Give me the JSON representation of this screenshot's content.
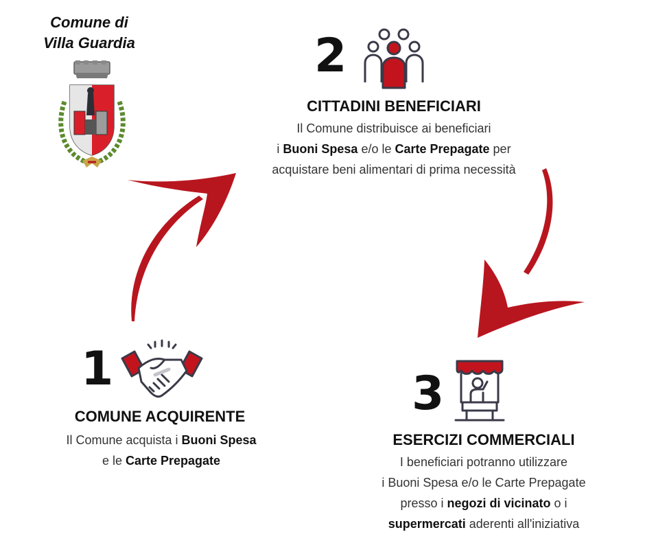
{
  "municipality": {
    "line1": "Comune di",
    "line2": "Villa Guardia"
  },
  "colors": {
    "accent_red": "#b8161f",
    "dark": "#3a3a48",
    "text": "#333333"
  },
  "steps": [
    {
      "number": "1",
      "icon": "handshake-icon",
      "title": "COMUNE ACQUIRENTE",
      "lines": [
        [
          {
            "t": "Il Comune acquista i "
          },
          {
            "t": "Buoni Spesa",
            "b": true
          }
        ],
        [
          {
            "t": "e le "
          },
          {
            "t": "Carte Prepagate",
            "b": true
          }
        ]
      ]
    },
    {
      "number": "2",
      "icon": "people-group-icon",
      "title": "CITTADINI BENEFICIARI",
      "lines": [
        [
          {
            "t": "Il Comune distribuisce ai beneficiari"
          }
        ],
        [
          {
            "t": "i "
          },
          {
            "t": "Buoni Spesa",
            "b": true
          },
          {
            "t": " e/o le "
          },
          {
            "t": "Carte Prepagate",
            "b": true
          },
          {
            "t": " per"
          }
        ],
        [
          {
            "t": "acquistare beni alimentari di prima necessità"
          }
        ]
      ]
    },
    {
      "number": "3",
      "icon": "shop-stall-icon",
      "title": "ESERCIZI COMMERCIALI",
      "lines": [
        [
          {
            "t": "I beneficiari potranno utilizzare"
          }
        ],
        [
          {
            "t": "i Buoni Spesa e/o le Carte Prepagate"
          }
        ],
        [
          {
            "t": "presso i "
          },
          {
            "t": "negozi di vicinato",
            "b": true
          },
          {
            "t": " o i"
          }
        ],
        [
          {
            "t": "supermercati",
            "b": true
          },
          {
            "t": " aderenti all'iniziativa"
          }
        ]
      ]
    }
  ]
}
